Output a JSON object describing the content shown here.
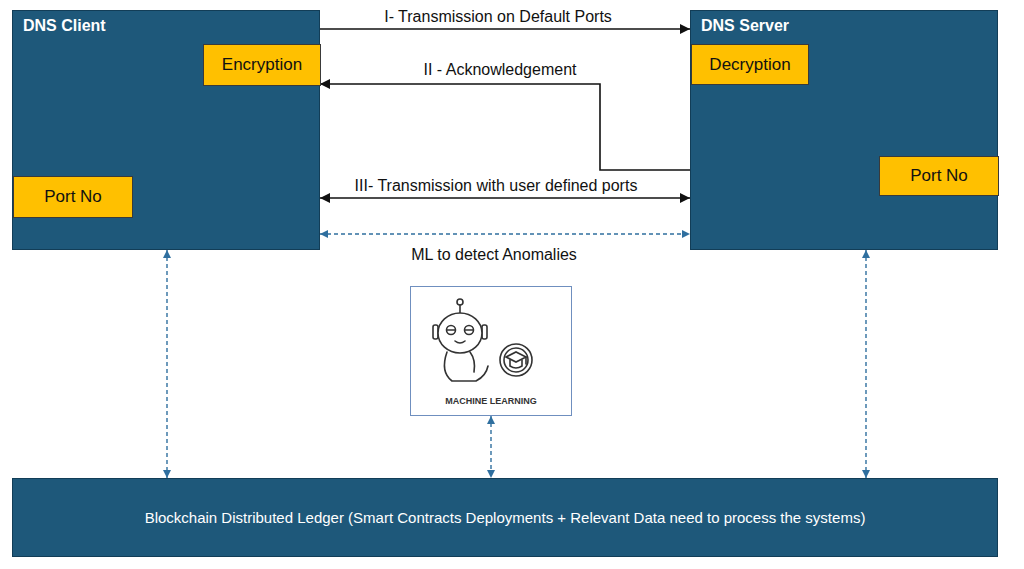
{
  "diagram": {
    "nodes": [
      {
        "text": [
          "DNS Client"
        ]
      },
      {
        "text": [
          "Encryption"
        ],
        "in": 0
      },
      {
        "text": [
          "Port No"
        ],
        "in": 0
      },
      {
        "text": [
          "DNS Server"
        ]
      },
      {
        "text": [
          "Decryption"
        ],
        "in": 3
      },
      {
        "text": [
          "Port No"
        ],
        "in": 3
      },
      {
        "text": [
          "MACHINE LEARNING"
        ]
      },
      {
        "text": [
          "Blockchain Distributed Ledger (Smart Contracts Deployments + Relevant Data need to process the systems)"
        ]
      }
    ],
    "edges": [
      {
        "from": 0,
        "to": 3,
        "label": "I- Transmission on Default Ports",
        "arrow": "to"
      },
      {
        "from": 5,
        "to": 0,
        "label": "II - Acknowledgement",
        "arrow": "to"
      },
      {
        "from": 0,
        "to": 3,
        "label": "III- Transmission with user defined ports",
        "arrow": "both"
      },
      {
        "from": 0,
        "to": 3,
        "label": "ML to detect Anomalies",
        "arrow": "both"
      },
      {
        "from": 2,
        "to": 1,
        "arrow": "to"
      },
      {
        "from": 5,
        "to": 4,
        "arrow": "to"
      },
      {
        "from": 0,
        "to": 7,
        "arrow": "both"
      },
      {
        "from": 6,
        "to": 7,
        "arrow": "both"
      },
      {
        "from": 3,
        "to": 7,
        "arrow": "both"
      }
    ]
  }
}
